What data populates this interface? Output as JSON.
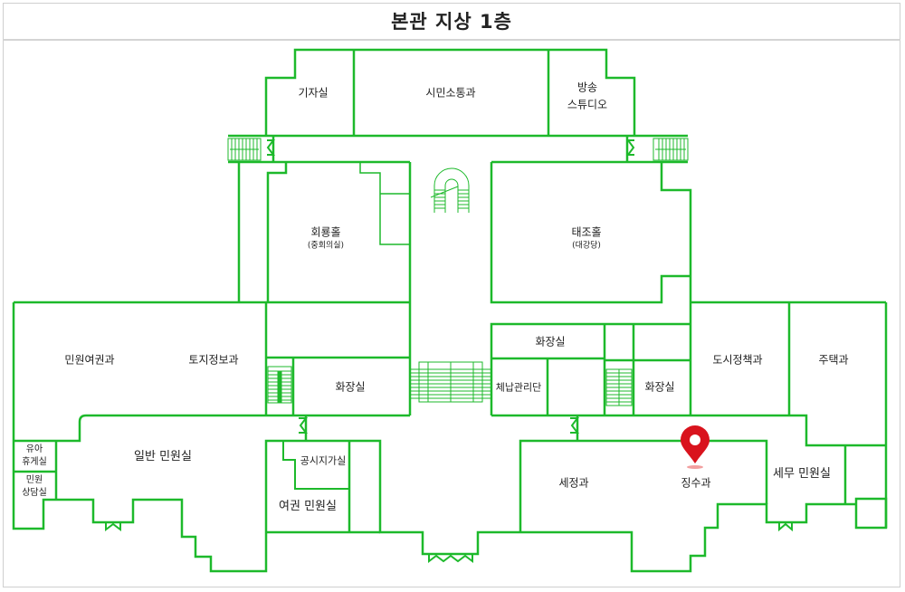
{
  "header": {
    "title": "본관 지상 1층"
  },
  "colors": {
    "wall": "#1db92b",
    "pin": "#d9131d"
  },
  "rooms": {
    "press": "기자실",
    "civic": "시민소통과",
    "studio_1": "방송",
    "studio_2": "스튜디오",
    "hoeryong": "회룡홀",
    "hoeryong_sub": "(중회의실)",
    "taejo": "태조홀",
    "taejo_sub": "(대강당)",
    "passport_dept": "민원여권과",
    "land": "토지정보과",
    "restroom_left": "화장실",
    "restroom_top": "화장실",
    "restroom_right": "화장실",
    "tax_arrears": "체납관리단",
    "urban": "도시정책과",
    "housing": "주택과",
    "infant_1": "유아",
    "infant_2": "휴게실",
    "counsel_1": "민원",
    "counsel_2": "상담실",
    "general": "일반 민원실",
    "land_price": "공시지가실",
    "passport_room": "여권 민원실",
    "tax_admin": "세정과",
    "collection": "징수과",
    "tax_civil": "세무 민원실"
  },
  "marker": {
    "icon": "location-pin-icon",
    "room": "징수과"
  }
}
